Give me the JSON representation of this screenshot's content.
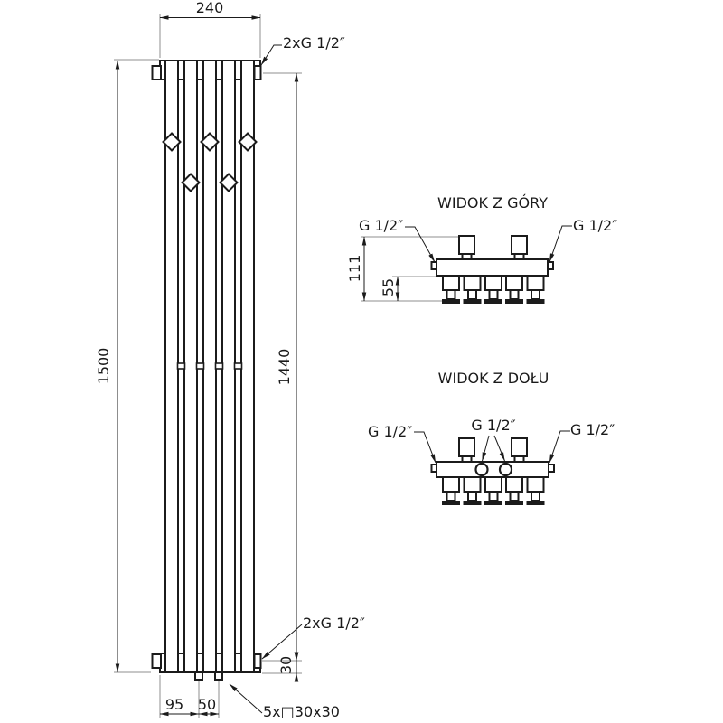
{
  "drawing": {
    "type": "radiator technical drawing",
    "colors": {
      "line": "#1b1b1b",
      "extension_line": "#8f8f8f",
      "background": "#ffffff"
    }
  },
  "front_view": {
    "dim_width": "240",
    "dim_height": "1500",
    "dim_inner_height": "1440",
    "dim_bottom_offset": "30",
    "dim_foot_left": "95",
    "dim_foot_spacing": "50",
    "top_connection": "2xG 1/2″",
    "bottom_connection": "2xG 1/2″",
    "profile": "5x□30x30"
  },
  "top_view": {
    "title": "WIDOK Z GÓRY",
    "dim_total": "111",
    "dim_lower": "55",
    "connection_left": "G 1/2″",
    "connection_right": "G 1/2″"
  },
  "bottom_view": {
    "title": "WIDOK Z DOŁU",
    "connection_left": "G 1/2″",
    "connection_center": "G 1/2″",
    "connection_right": "G 1/2″"
  }
}
